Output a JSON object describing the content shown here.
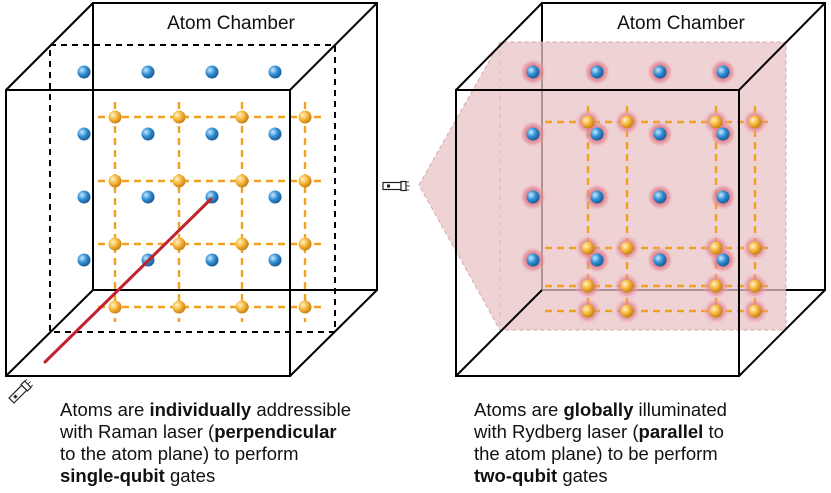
{
  "panels": {
    "left": {
      "title": "Atom Chamber",
      "caption": {
        "line1": {
          "pre": "Atoms are ",
          "bold": "individually",
          "post": " addressible"
        },
        "line2": {
          "pre": "with Raman laser (",
          "bold": "perpendicular",
          "post": ""
        },
        "line3": {
          "pre": "to the atom plane) to perform",
          "bold": "",
          "post": ""
        },
        "line4": {
          "pre": "",
          "bold": "single-qubit",
          "post": " gates"
        }
      }
    },
    "right": {
      "title": "Atom Chamber",
      "caption": {
        "line1": {
          "pre": "Atoms are ",
          "bold": "globally",
          "post": " illuminated"
        },
        "line2": {
          "pre": "with Rydberg laser (",
          "bold": "parallel",
          "post": " to"
        },
        "line3": {
          "pre": "the atom plane) to be perform",
          "bold": "",
          "post": ""
        },
        "line4": {
          "pre": "",
          "bold": "two-qubit",
          "post": " gates"
        }
      }
    }
  },
  "colors": {
    "frame": "#000000",
    "atom_blue": "#2f8fd6",
    "atom_gold": "#f5b53a",
    "grid_dash": "#f2a020",
    "raman_laser": "#c0232e",
    "rydberg_beam": "#e9c3c6",
    "rydberg_halo": "#d86b78"
  },
  "icons": [
    "laser-pointer-icon"
  ]
}
